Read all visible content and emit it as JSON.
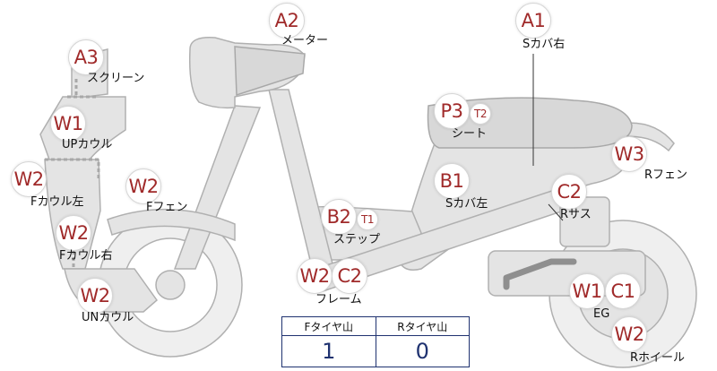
{
  "parts": {
    "a2": {
      "code": "A2",
      "label": "メーター"
    },
    "a1": {
      "code": "A1",
      "label": "Sカバ右"
    },
    "a3": {
      "code": "A3",
      "label": "スクリーン"
    },
    "w1_up": {
      "code": "W1",
      "label": "UPカウル"
    },
    "p3": {
      "code": "P3",
      "label": "シート"
    },
    "t2": {
      "code": "T2"
    },
    "w3": {
      "code": "W3",
      "label": "Rフェン"
    },
    "w2_fcl": {
      "code": "W2",
      "label": "Fカウル左"
    },
    "w2_ff": {
      "code": "W2",
      "label": "Fフェン"
    },
    "b1": {
      "code": "B1",
      "label": "Sカバ左"
    },
    "c2_rs": {
      "code": "C2",
      "label": "Rサス"
    },
    "b2": {
      "code": "B2",
      "label": "ステップ"
    },
    "t1": {
      "code": "T1"
    },
    "w2_fcr": {
      "code": "W2",
      "label": "Fカウル右"
    },
    "w2_frame": {
      "code": "W2"
    },
    "c2_frame": {
      "code": "C2",
      "label": "フレーム"
    },
    "w2_un": {
      "code": "W2",
      "label": "UNカウル"
    },
    "w1_eg": {
      "code": "W1"
    },
    "c1_eg": {
      "code": "C1",
      "label": "EG"
    },
    "w2_rw": {
      "code": "W2",
      "label": "Rホイール"
    }
  },
  "tread_table": {
    "headers": [
      "Fタイヤ山",
      "Rタイヤ山"
    ],
    "values": [
      "1",
      "0"
    ]
  },
  "colors": {
    "badge_text": "#a02a2a",
    "table_border": "#1f3270",
    "table_value": "#1f3270",
    "bike_fill": "#e4e4e4"
  }
}
